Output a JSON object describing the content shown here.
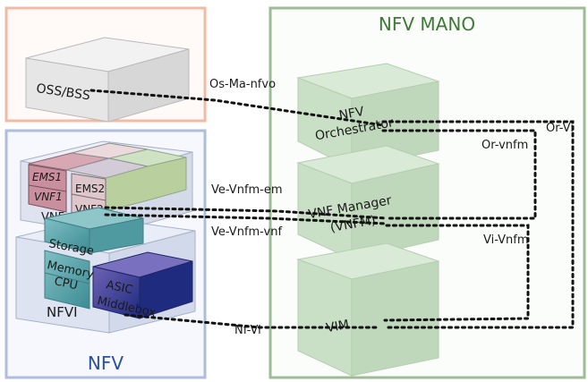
{
  "mano": {
    "title": "NFV MANO"
  },
  "nfv": {
    "title": "NFV"
  },
  "blocks": {
    "oss": "OSS/BSS",
    "orchestrator": [
      "NFV",
      "Orchestrator"
    ],
    "vnfm": [
      "VNF Manager",
      "(VNFM)"
    ],
    "vim": "VIM",
    "ems1": "EMS1",
    "vnf1": "VNF1",
    "ems2": "EMS2",
    "vnf2": "VNF2",
    "vnf": "VNF",
    "storage": "Storage",
    "memory": "Memory",
    "cpu": "CPU",
    "asic": "ASIC",
    "middlebox": "Middlebox",
    "nfvi": "NFVI"
  },
  "interfaces": {
    "os_ma_nfvo": "Os-Ma-nfvo",
    "or_vi": "Or-Vi",
    "or_vnfm": "Or-vnfm",
    "ve_vnfm_em": "Ve-Vnfm-em",
    "ve_vnfm_vnf": "Ve-Vnfm-vnf",
    "vi_vnfm": "Vi-Vnfm",
    "nf_vi": "Nf-Vi"
  },
  "colors": {
    "oss_border": "#f2b9a4",
    "mano_border": "#9dbb95",
    "nfv_border": "#aebddc",
    "cube_green": "#c6ddc4",
    "cube_pink": "#c99aa8",
    "cube_teal": "#5fa7ad",
    "cube_navy": "#2a3585"
  }
}
